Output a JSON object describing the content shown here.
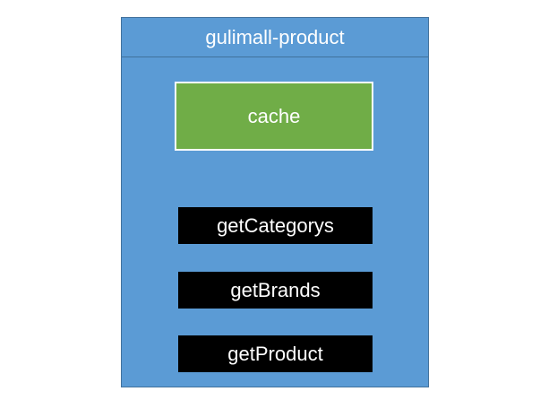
{
  "service": {
    "title": "gulimall-product",
    "cache_label": "cache",
    "methods": [
      "getCategorys",
      "getBrands",
      "getProduct"
    ]
  },
  "colors": {
    "service_fill": "#5b9bd5",
    "cache_fill": "#70ad47",
    "method_fill": "#000000",
    "text": "#ffffff"
  }
}
